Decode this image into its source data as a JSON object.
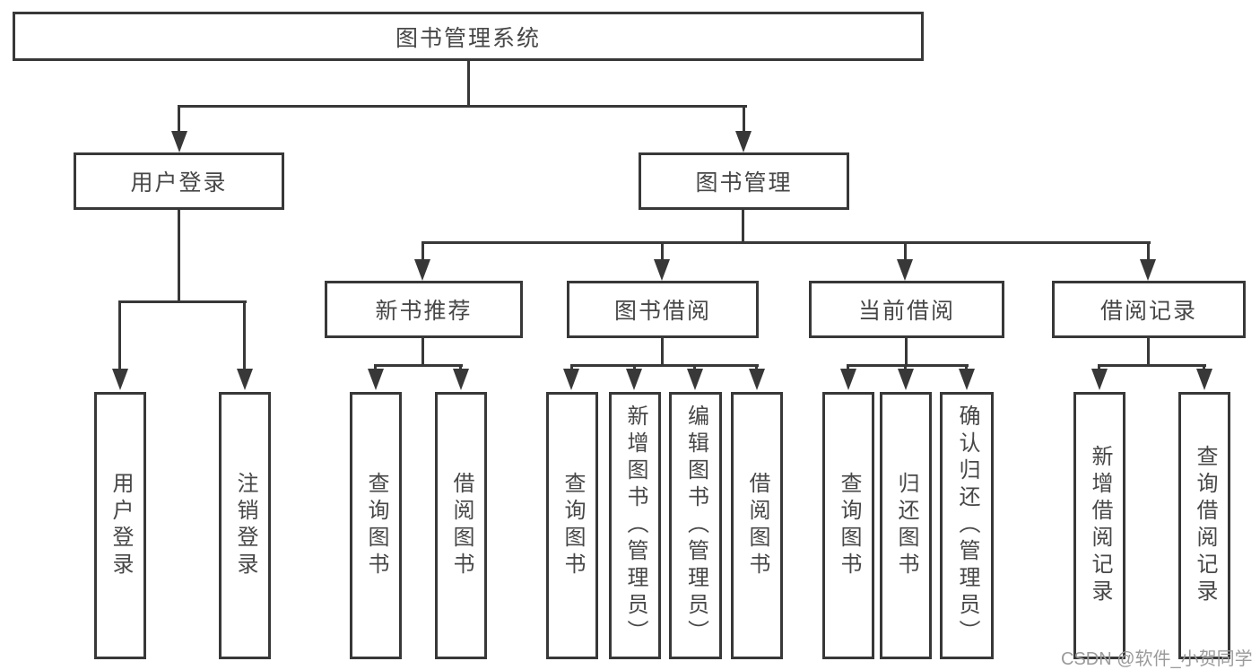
{
  "diagram": {
    "root": "图书管理系统",
    "level2": [
      "用户登录",
      "图书管理"
    ],
    "level3": [
      "新书推荐",
      "图书借阅",
      "当前借阅",
      "借阅记录"
    ],
    "user_children": [
      "用户登录",
      "注销登录"
    ],
    "recommend_children": [
      "查询图书",
      "借阅图书"
    ],
    "borrow_children": [
      "查询图书",
      "新增图书（管理员）",
      "编辑图书（管理员）",
      "借阅图书"
    ],
    "current_children": [
      "查询图书",
      "归还图书",
      "确认归还（管理员）"
    ],
    "record_children": [
      "新增借阅记录",
      "查询借阅记录"
    ]
  },
  "watermark": "CSDN @软件_小贺同学",
  "colors": {
    "line": "#383838",
    "text": "#474747",
    "watermark": "#9b9b9b",
    "background": "#ffffff"
  }
}
